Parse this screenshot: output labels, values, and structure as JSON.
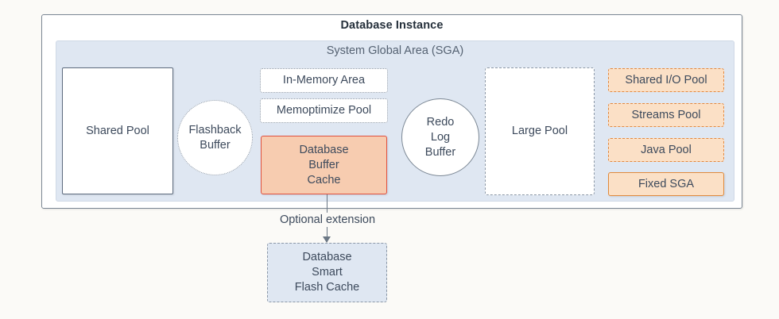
{
  "diagram": {
    "instance": {
      "title": "Database Instance"
    },
    "sga": {
      "title": "System Global Area (SGA)"
    },
    "shapes": {
      "shared_pool": "Shared Pool",
      "flashback_buffer": "Flashback\nBuffer",
      "in_memory_area": "In-Memory Area",
      "memoptimize_pool": "Memoptimize Pool",
      "database_buffer_cache": "Database\nBuffer\nCache",
      "redo_log_buffer": "Redo\nLog\nBuffer",
      "large_pool": "Large Pool",
      "shared_io_pool": "Shared I/O Pool",
      "streams_pool": "Streams Pool",
      "java_pool": "Java Pool",
      "fixed_sga": "Fixed SGA",
      "database_smart_flash_cache": "Database\nSmart\nFlash Cache"
    },
    "connector": {
      "label": "Optional extension"
    },
    "colors": {
      "page_background": "#fbfaf7",
      "sga_fill": "#dfe7f2",
      "buffer_cache_fill": "#f7ccb0",
      "buffer_cache_border": "#e0503f",
      "orange_pool_fill": "#fbe0c6",
      "orange_pool_border": "#e2883f",
      "text": "#3d4a5c",
      "title_text": "#25303b",
      "sga_title_text": "#556272",
      "outline_gray": "#7b8794"
    }
  }
}
